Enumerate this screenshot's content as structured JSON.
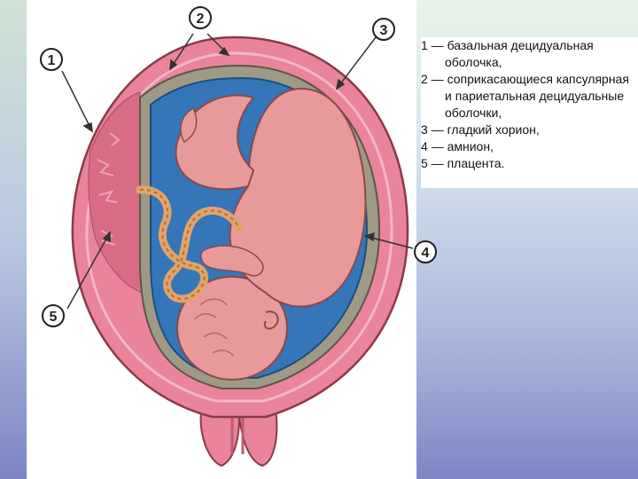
{
  "markers": [
    {
      "num": "1"
    },
    {
      "num": "2"
    },
    {
      "num": "3"
    },
    {
      "num": "4"
    },
    {
      "num": "5"
    }
  ],
  "legend": {
    "lines": [
      "1 — базальная децидуальная",
      "оболочка,",
      " 2 — соприкасающиеся капсулярная",
      "и париетальная децидуальные",
      "оболочки,",
      "3 — гладкий хорион,",
      "4 — амнион,",
      "5 — плацента."
    ]
  },
  "colors": {
    "decidua": "#e9849a",
    "amniotic_fluid": "#3476b8",
    "chorion": "#9e9a86",
    "fetus": "#e89a9a",
    "cord": "#dfa46a",
    "marker_fill": "#ffffff"
  }
}
